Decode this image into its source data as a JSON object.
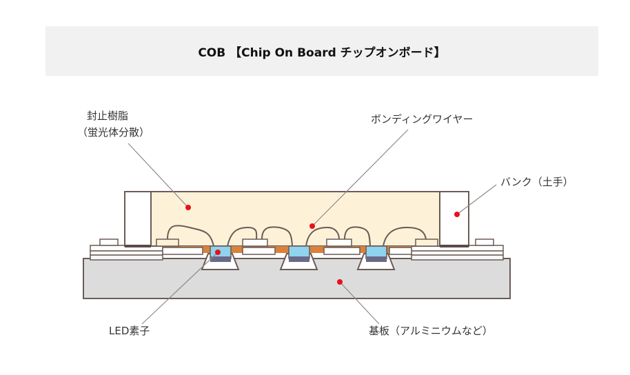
{
  "title": "COB 【Chip On Board チップオンボード】",
  "labels": {
    "resin_line1": "封止樹脂",
    "resin_line2": "（蛍光体分散）",
    "bonding_wire": "ボンディングワイヤー",
    "bank": "バンク（土手）",
    "led_element": "LED素子",
    "substrate": "基板（アルミニウムなど）"
  },
  "colors": {
    "resin_fill": "#fdf2d8",
    "substrate_fill": "#dcdcdc",
    "outline": "#6b5a55",
    "copper": "#d9823c",
    "chip_top": "#8fd3ee",
    "chip_base": "#6a6a88",
    "marker": "#e8101a",
    "leader": "#8a8a8a"
  }
}
